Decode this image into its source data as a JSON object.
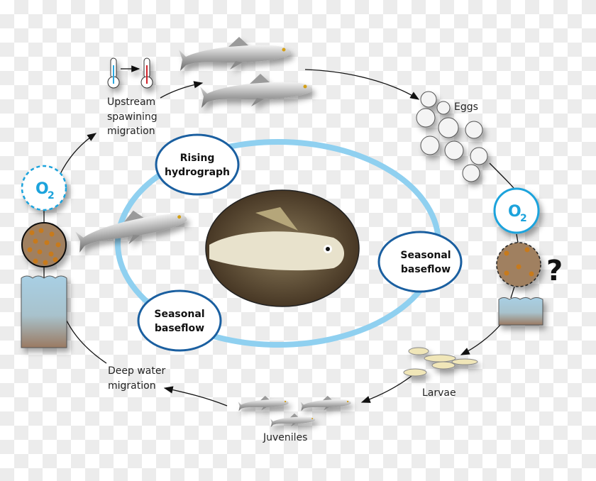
{
  "labels": {
    "upstream": [
      "Upstream",
      "spawining",
      "migration"
    ],
    "eggs": "Eggs",
    "larvae": "Larvae",
    "juveniles": "Juveniles",
    "deep_water": [
      "Deep water",
      "migration"
    ]
  },
  "phases": {
    "rising": [
      "Rising",
      "hydrograph"
    ],
    "baseflow_right": [
      "Seasonal",
      "baseflow"
    ],
    "baseflow_left": [
      "Seasonal",
      "baseflow"
    ]
  },
  "oxygen": {
    "symbol": "O",
    "subscript": "2"
  },
  "unknown_mark": "?",
  "colors": {
    "cycle_ring": "#8fd0f0",
    "phase_border": "#1a5fa0",
    "oxygen": "#1ca3dc",
    "sediment": "#a08060"
  }
}
